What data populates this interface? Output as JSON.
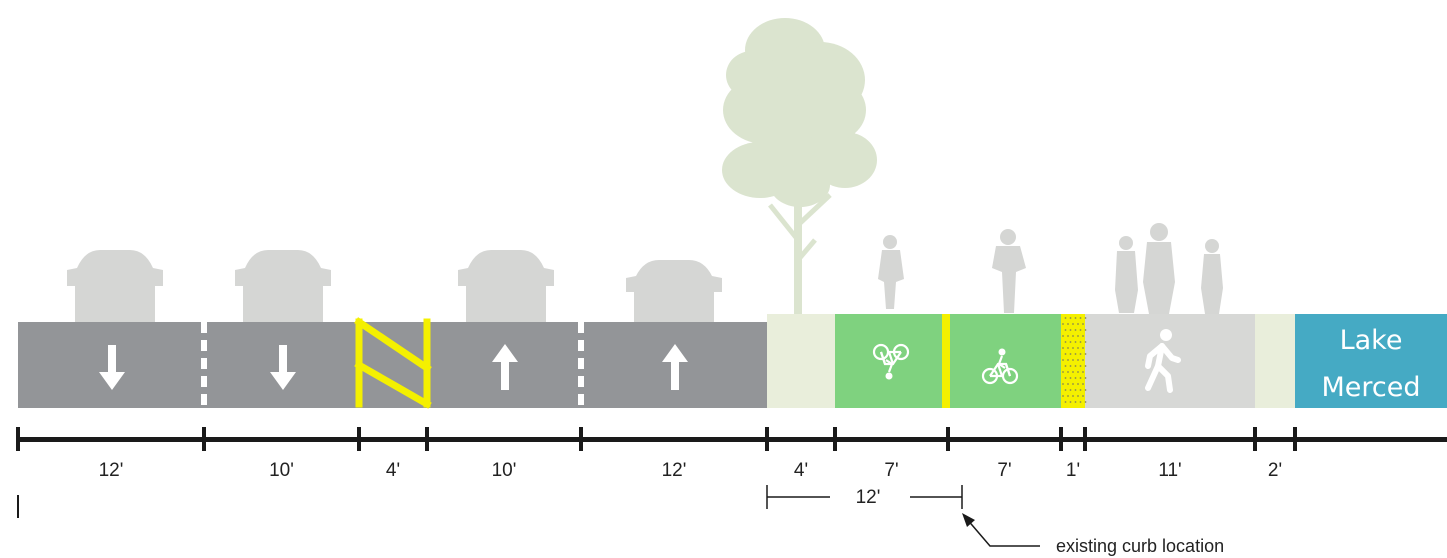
{
  "colors": {
    "roadway": "#939598",
    "buffer": "#e9eedb",
    "bike_lane": "#7fd27f",
    "yellow": "#f4f000",
    "walkway": "#d7d8d6",
    "lake": "#45aac4",
    "silhouette": "#d5d6d4",
    "tree": "#dbe4cf",
    "dimension_line": "#1a1a1a"
  },
  "segments": [
    {
      "type": "roadway",
      "width_ft": "12'",
      "icon": "arrow-down-icon"
    },
    {
      "type": "roadway",
      "width_ft": "10'",
      "icon": "arrow-down-icon"
    },
    {
      "type": "median",
      "width_ft": "4'",
      "icon": "hatched-median-icon"
    },
    {
      "type": "roadway",
      "width_ft": "10'",
      "icon": "arrow-up-icon"
    },
    {
      "type": "roadway",
      "width_ft": "12'",
      "icon": "arrow-up-icon"
    },
    {
      "type": "landscape-buffer",
      "width_ft": "4'",
      "icon": "tree-icon"
    },
    {
      "type": "bike-lane",
      "width_ft": "7'",
      "icon": "bicycle-icon"
    },
    {
      "type": "bike-lane",
      "width_ft": "7'",
      "icon": "bicycle-icon"
    },
    {
      "type": "buffer-strip",
      "width_ft": "1'",
      "icon": "dotted-strip-icon"
    },
    {
      "type": "walkway",
      "width_ft": "11'",
      "icon": "pedestrian-icon"
    },
    {
      "type": "buffer",
      "width_ft": "2'",
      "icon": ""
    }
  ],
  "lake": {
    "line1": "Lake",
    "line2": "Merced"
  },
  "sub_dimension": {
    "label": "12'"
  },
  "annotation": {
    "text": "existing curb location"
  }
}
